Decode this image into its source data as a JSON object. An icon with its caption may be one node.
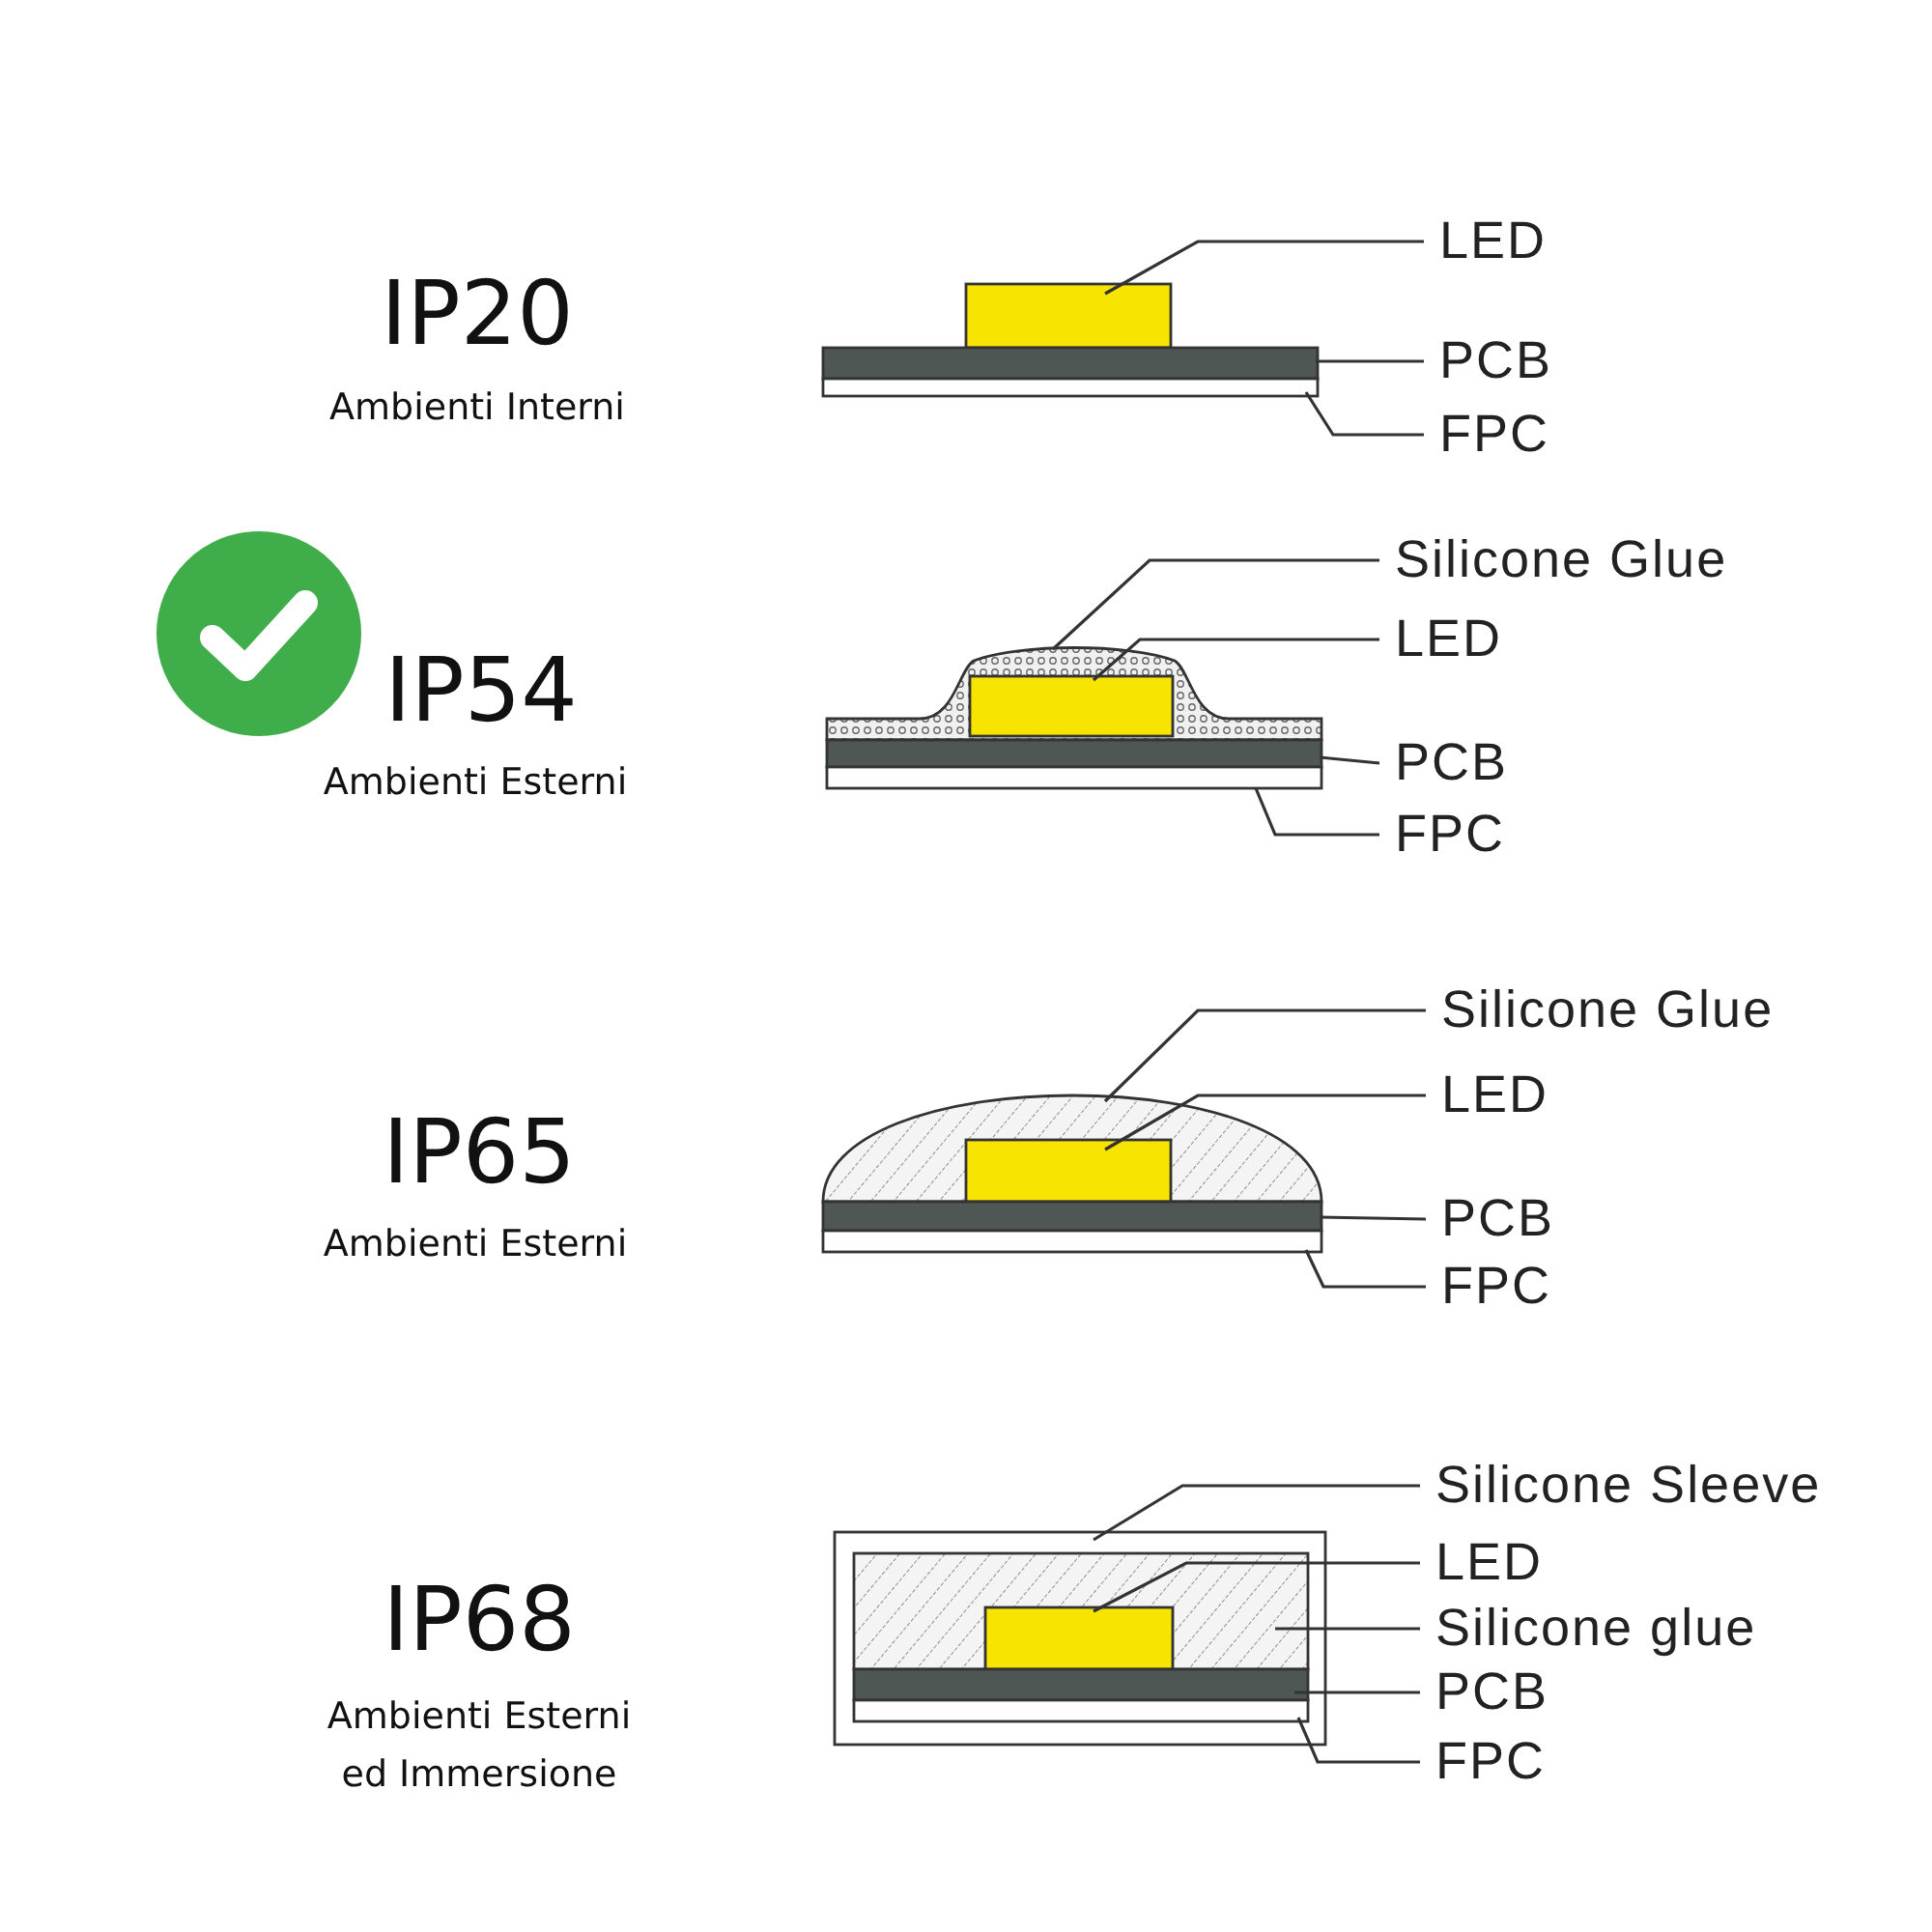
{
  "diagram": {
    "nodes": [
      {
        "text": [
          "LED"
        ]
      },
      {
        "text": [
          "PCB"
        ]
      },
      {
        "text": [
          "FPC"
        ]
      },
      {
        "text": [],
        "shape": "box"
      },
      {
        "text": [],
        "shape": "bar"
      },
      {
        "text": [],
        "shape": "bar"
      },
      {
        "text": [
          "Silicone Glue"
        ]
      },
      {
        "text": [
          "LED"
        ]
      },
      {
        "text": [
          "PCB"
        ]
      },
      {
        "text": [
          "FPC"
        ]
      },
      {
        "text": [],
        "shape": "dome"
      },
      {
        "text": [],
        "shape": "box",
        "in": 10
      },
      {
        "text": [],
        "shape": "bar"
      },
      {
        "text": [],
        "shape": "bar"
      },
      {
        "text": [
          "Silicone Glue"
        ]
      },
      {
        "text": [
          "LED"
        ]
      },
      {
        "text": [
          "PCB"
        ]
      },
      {
        "text": [
          "FPC"
        ]
      },
      {
        "text": [],
        "shape": "dome"
      },
      {
        "text": [],
        "shape": "box",
        "in": 18
      },
      {
        "text": [],
        "shape": "bar"
      },
      {
        "text": [],
        "shape": "bar"
      },
      {
        "text": [
          "Silicone Sleeve"
        ]
      },
      {
        "text": [
          "LED"
        ]
      },
      {
        "text": [
          "Silicone glue"
        ]
      },
      {
        "text": [
          "PCB"
        ]
      },
      {
        "text": [
          "FPC"
        ]
      },
      {
        "text": [],
        "shape": "box"
      },
      {
        "text": [],
        "shape": "box",
        "in": 27
      },
      {
        "text": [],
        "shape": "box",
        "in": 28
      },
      {
        "text": [],
        "shape": "bar",
        "in": 27
      },
      {
        "text": [],
        "shape": "bar",
        "in": 27
      }
    ],
    "edges": [
      {
        "from": 0,
        "to": 3,
        "arrow": "none"
      },
      {
        "from": 1,
        "to": 4,
        "arrow": "none"
      },
      {
        "from": 2,
        "to": 5,
        "arrow": "none"
      },
      {
        "from": 6,
        "to": 10,
        "arrow": "none"
      },
      {
        "from": 7,
        "to": 11,
        "arrow": "none"
      },
      {
        "from": 8,
        "to": 12,
        "arrow": "none"
      },
      {
        "from": 9,
        "to": 13,
        "arrow": "none"
      },
      {
        "from": 14,
        "to": 18,
        "arrow": "none"
      },
      {
        "from": 15,
        "to": 19,
        "arrow": "none"
      },
      {
        "from": 16,
        "to": 20,
        "arrow": "none"
      },
      {
        "from": 17,
        "to": 21,
        "arrow": "none"
      },
      {
        "from": 22,
        "to": 27,
        "arrow": "none"
      },
      {
        "from": 23,
        "to": 29,
        "arrow": "none"
      },
      {
        "from": 24,
        "to": 28,
        "arrow": "none"
      },
      {
        "from": 25,
        "to": 30,
        "arrow": "none"
      },
      {
        "from": 26,
        "to": 31,
        "arrow": "none"
      }
    ],
    "labels": [
      "IP20",
      "Ambienti Interni",
      "IP54",
      "Ambienti Esterni",
      "IP65",
      "Ambienti Esterni",
      "IP68",
      "Ambienti Esterni ed Immersione"
    ]
  }
}
